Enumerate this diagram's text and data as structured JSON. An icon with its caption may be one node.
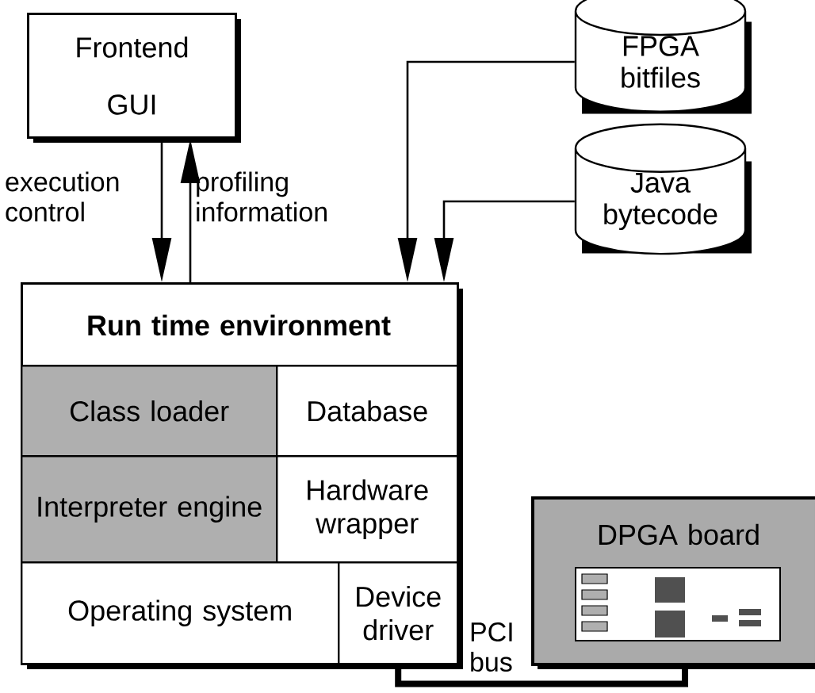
{
  "diagram": {
    "nodes": [
      {
        "text": [
          "Frontend GUI"
        ]
      },
      {
        "text": [
          "FPGA bitfiles"
        ]
      },
      {
        "text": [
          "Java bytecode"
        ]
      },
      {
        "text": [
          "Run time environment"
        ]
      },
      {
        "text": [
          "Class loader"
        ],
        "in": 3
      },
      {
        "text": [
          "Database"
        ],
        "in": 3
      },
      {
        "text": [
          "Interpreter engine"
        ],
        "in": 3
      },
      {
        "text": [
          "Hardware wrapper"
        ],
        "in": 3
      },
      {
        "text": [
          "Operating system"
        ],
        "in": 3
      },
      {
        "text": [
          "Device driver"
        ],
        "in": 3
      },
      {
        "text": [
          "DPGA board"
        ]
      }
    ],
    "edges": [
      {
        "from": 0,
        "to": 3,
        "arrow": "to",
        "label": "execution control"
      },
      {
        "from": 3,
        "to": 0,
        "arrow": "to",
        "label": "profiling information"
      },
      {
        "from": 1,
        "to": 3,
        "arrow": "to"
      },
      {
        "from": 2,
        "to": 3,
        "arrow": "to"
      },
      {
        "from": 9,
        "to": 10,
        "arrow": "none",
        "label": "PCI bus",
        "style": "thick"
      }
    ]
  }
}
